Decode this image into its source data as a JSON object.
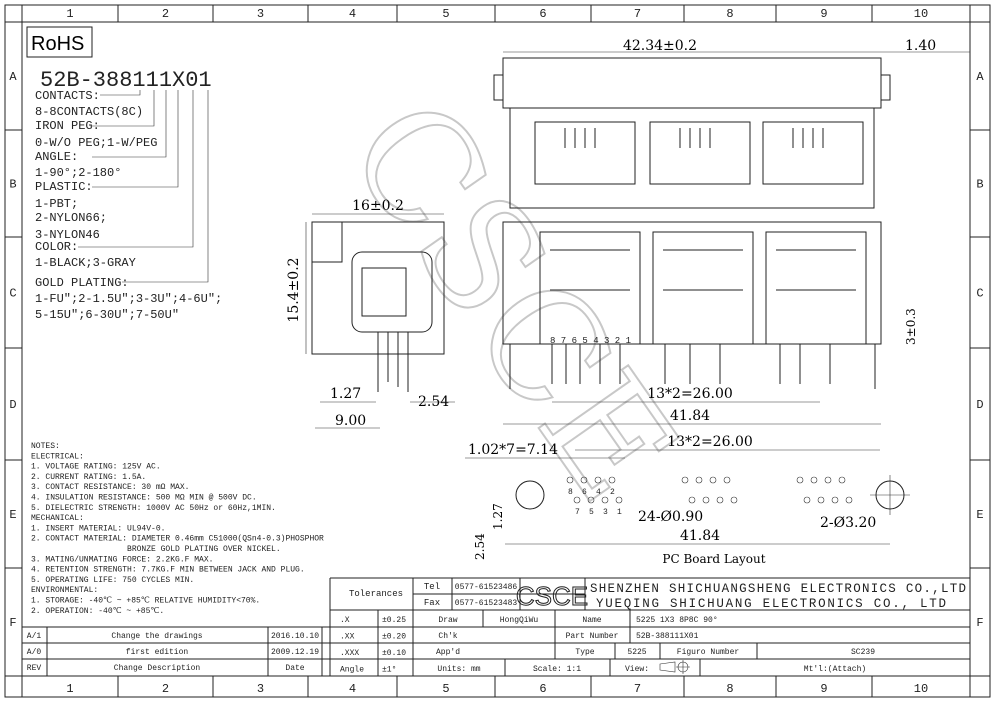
{
  "grid": {
    "columns": [
      "1",
      "2",
      "3",
      "4",
      "5",
      "6",
      "7",
      "8",
      "9",
      "10"
    ],
    "rows": [
      "A",
      "B",
      "C",
      "D",
      "E",
      "F"
    ]
  },
  "rohs": "RoHS",
  "part_code": {
    "title": "52B-388111X01",
    "lines": [
      "CONTACTS:",
      "8-8CONTACTS(8C)",
      "IRON PEG:",
      "0-W/O PEG;1-W/PEG",
      "ANGLE:",
      "1-90°;2-180°",
      "PLASTIC:",
      "1-PBT;",
      "2-NYLON66;",
      "3-NYLON46",
      "COLOR:",
      "1-BLACK;3-GRAY",
      "GOLD PLATING:",
      "1-FU\";2-1.5U\";3-3U\";4-6U\";",
      "5-15U\";6-30U\";7-50U\""
    ]
  },
  "notes": [
    "NOTES:",
    "ELECTRICAL:",
    "1. VOLTAGE RATING: 125V AC.",
    "2. CURRENT RATING: 1.5A.",
    "3. CONTACT RESISTANCE: 30 mΩ MAX.",
    "4. INSULATION RESISTANCE: 500 MΩ MIN @ 500V DC.",
    "5. DIELECTRIC STRENGTH: 1000V AC 50Hz or 60Hz,1MIN.",
    "MECHANICAL:",
    "1. INSERT MATERIAL: UL94V-0.",
    "2. CONTACT MATERIAL: DIAMETER 0.46mm C51000(QSn4-0.3)PHOSPHOR",
    "                    BRONZE GOLD PLATING OVER NICKEL.",
    "3. MATING/UNMATING FORCE: 2.2KG.F MAX.",
    "4. RETENTION STRENGTH: 7.7KG.F MIN BETWEEN JACK AND PLUG.",
    "5. OPERATING LIFE: 750 CYCLES MIN.",
    "ENVIRONMENTAL:",
    "1. STORAGE: -40℃ ~ +85℃ RELATIVE HUMIDITY<70%.",
    "2. OPERATION: -40℃ ~ +85℃."
  ],
  "dims": {
    "width_top": "42.34±0.2",
    "edge": "1.40",
    "side_width": "16±0.2",
    "side_height": "15.4±0.2",
    "pin_a": "1.27",
    "pin_b": "2.54",
    "pin_c": "9.00",
    "pitch_front": "13*2=26.00",
    "total_front": "41.84",
    "height_3": "3±0.3",
    "pin_numbers": "8 7 6 5 4 3 2 1",
    "pcb_pitch": "1.02*7=7.14",
    "pcb_pitch2": "13*2=26.00",
    "pcb_holes": "24-Ø0.90",
    "pcb_mount": "2-Ø3.20",
    "pcb_total": "41.84",
    "pcb_v1": "2.54",
    "pcb_v2": "1.27",
    "pcb_title": "PC Board Layout",
    "pcb_pins_top": [
      "8",
      "6",
      "4",
      "2"
    ],
    "pcb_pins_bot": [
      "7",
      "5",
      "3",
      "1"
    ]
  },
  "watermark": "CSCE",
  "title_block": {
    "tolerances": "Tolerances",
    "tel_label": "Tel",
    "tel": "0577-61523486",
    "fax_label": "Fax",
    "fax": "0577-61523483",
    "logo": "CSCE",
    "company1": "SHENZHEN SHICHUANGSHENG ELECTRONICS CO.,LTD",
    "company2": "YUEQING SHICHUANG ELECTRONICS CO., LTD",
    "tol_rows": [
      {
        "k": ".X",
        "v": "±0.25"
      },
      {
        "k": ".XX",
        "v": "±0.20"
      },
      {
        "k": ".XXX",
        "v": "±0.10"
      },
      {
        "k": "Angle",
        "v": "±1°"
      }
    ],
    "draw_label": "Draw",
    "draw": "HongQiWu",
    "chk_label": "Ch'k",
    "appd_label": "App'd",
    "name_label": "Name",
    "name": "5225 1X3 8P8C 90°",
    "pn_label": "Part Number",
    "pn": "52B-388111X01",
    "type_label": "Type",
    "type": "5225",
    "fig_label": "Figuro Number",
    "fig": "SC239",
    "units": "Units: mm",
    "scale": "Scale: 1:1",
    "view": "View:",
    "material": "Mt'l:(Attach)"
  },
  "revisions": [
    {
      "rev": "A/1",
      "desc": "Change the drawings",
      "date": "2016.10.10"
    },
    {
      "rev": "A/0",
      "desc": "first edition",
      "date": "2009.12.19"
    },
    {
      "rev": "REV",
      "desc": "Change Description",
      "date": "Date"
    }
  ]
}
